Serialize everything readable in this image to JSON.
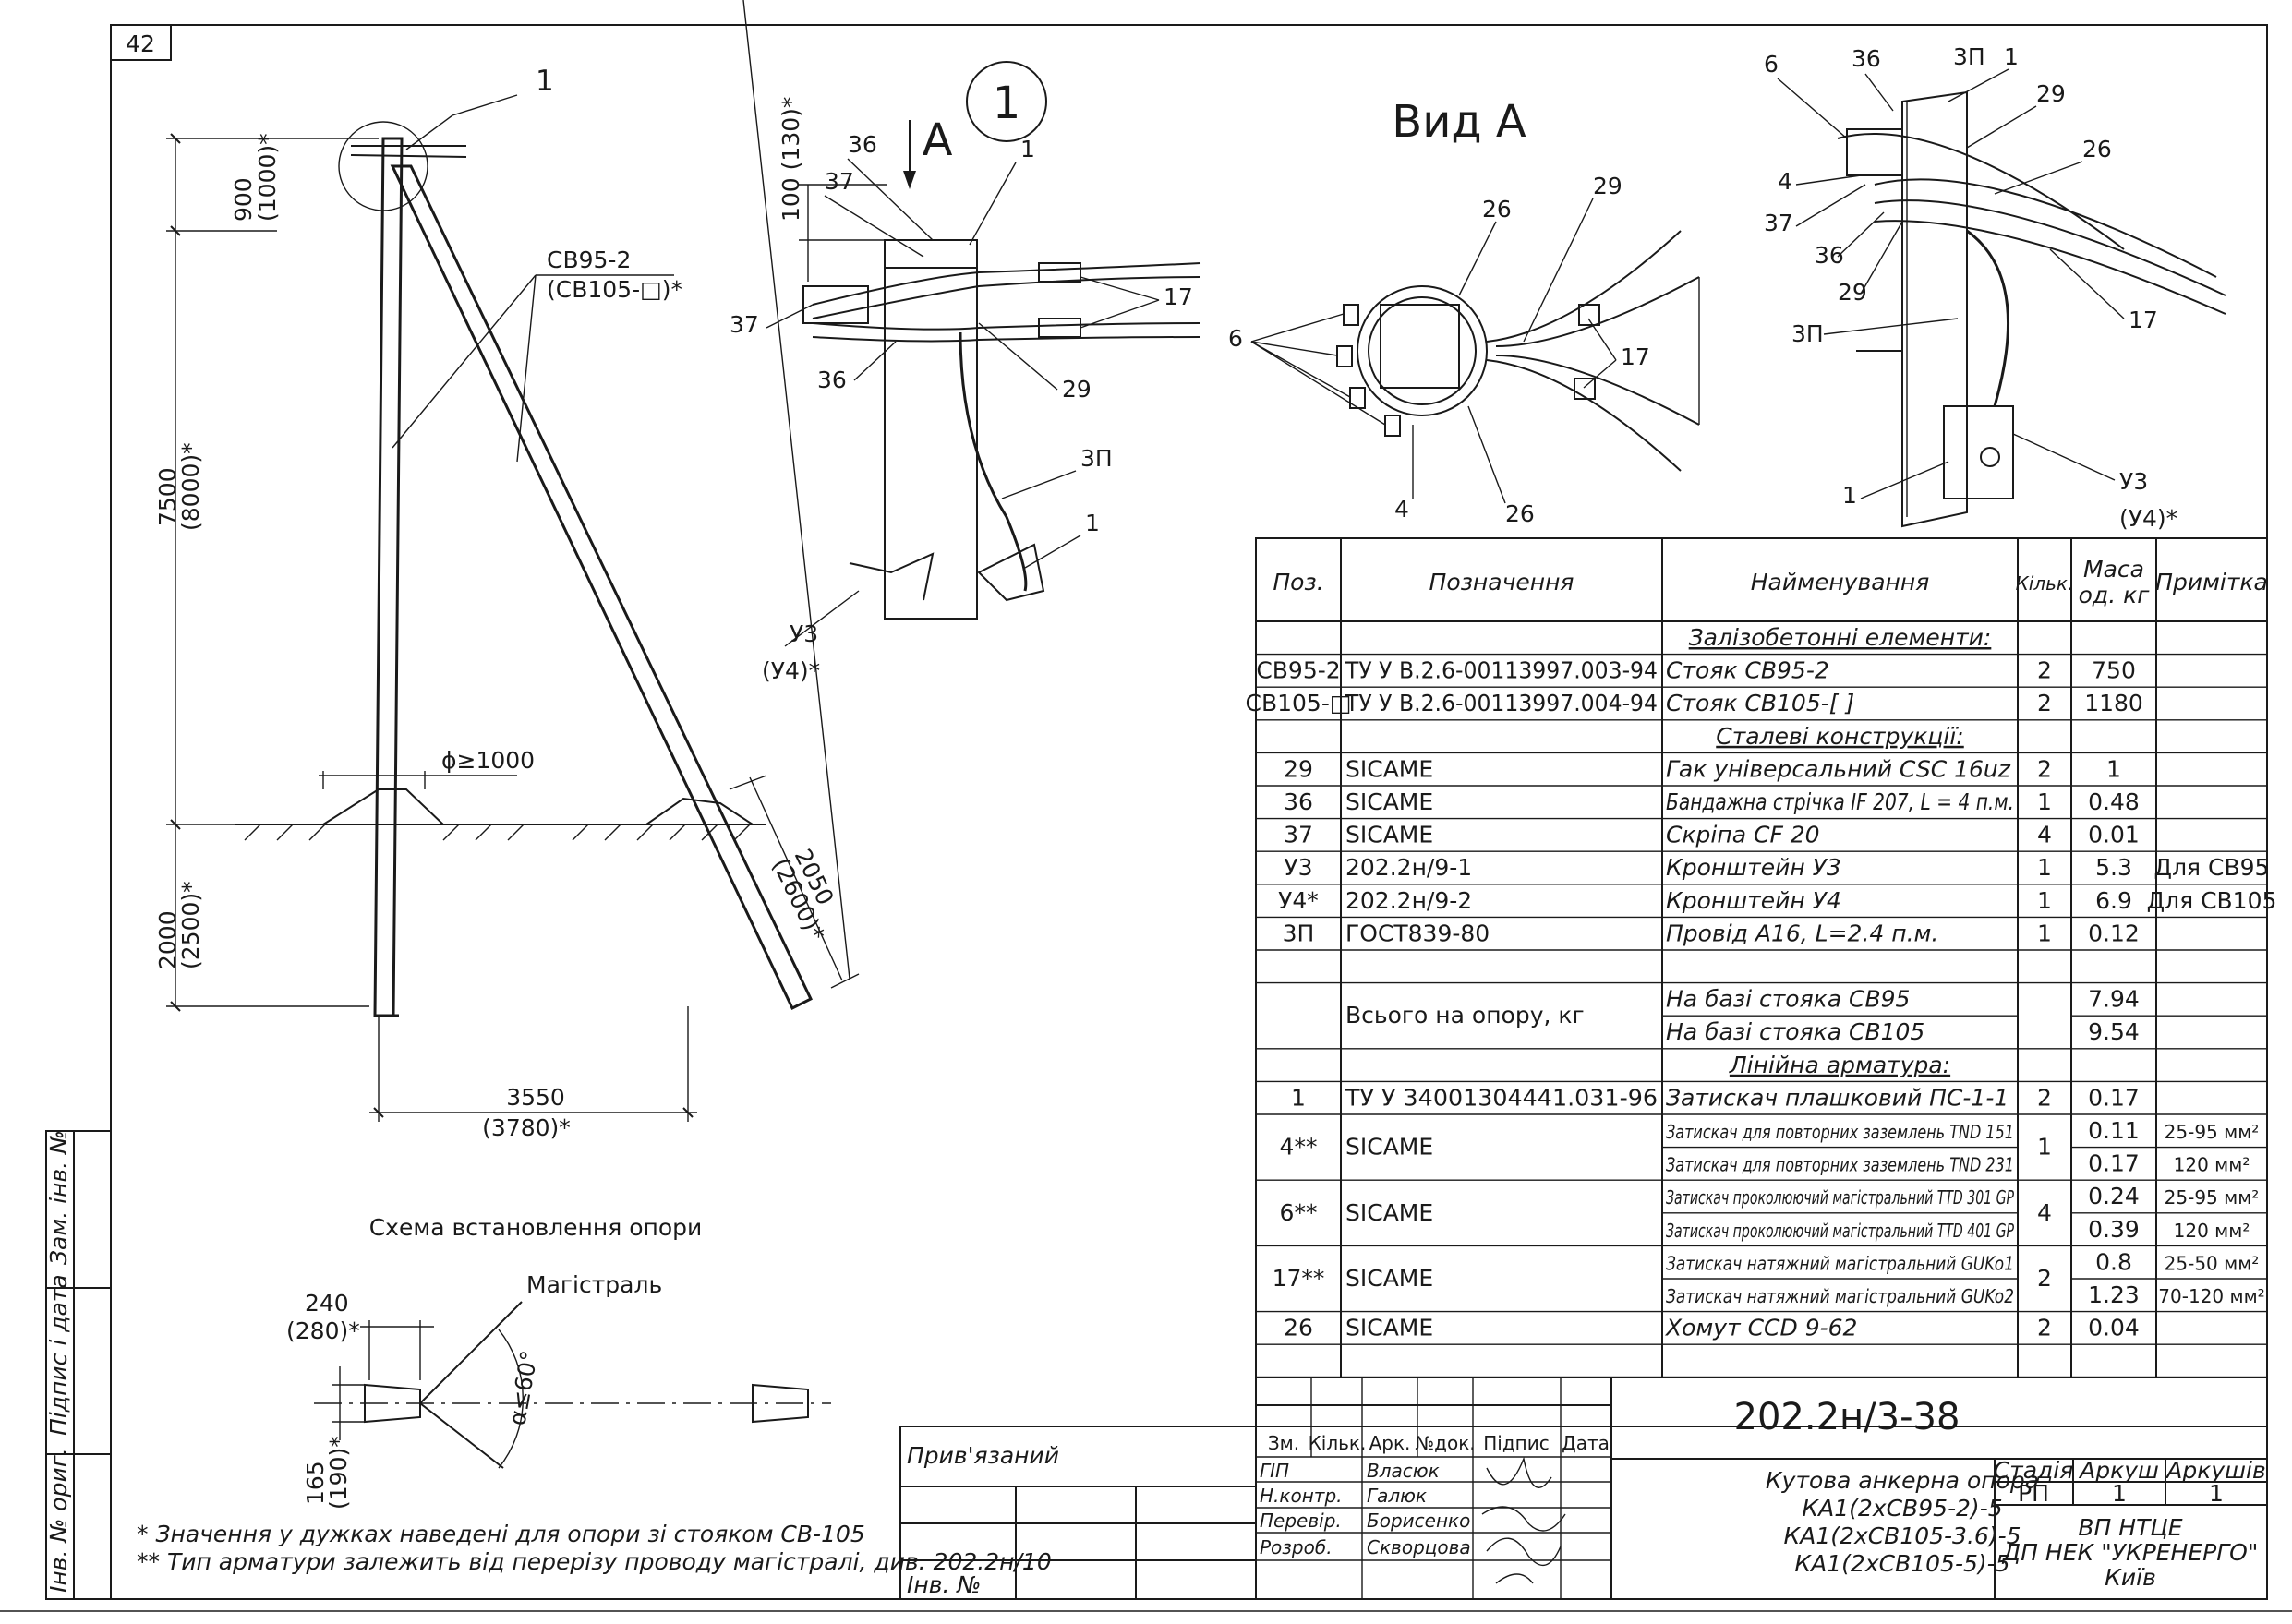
{
  "sheet_number": "42",
  "views": {
    "detail_callout": "1",
    "view_arrow": "A",
    "view_a_title": "Вид А"
  },
  "elevation": {
    "callout": "1",
    "dim_top": "900",
    "dim_top_alt": "(1000)*",
    "dim_height": "7500",
    "dim_height_alt": "(8000)*",
    "dim_ground": "2000",
    "dim_ground_alt": "(2500)*",
    "dim_strut": "2050",
    "dim_strut_alt": "(2600)*",
    "dim_base": "3550",
    "dim_base_alt": "(3780)*",
    "diameter": "ϕ≥1000",
    "pole_label": "СВ95-2",
    "pole_label_alt": "(СВ105-□)*"
  },
  "detail1": {
    "dim_top": "100 (130)*",
    "labels": [
      "36",
      "37",
      "1",
      "37",
      "17",
      "36",
      "29",
      "3П",
      "1",
      "У3",
      "(У4)*"
    ]
  },
  "view_a": {
    "labels": [
      "26",
      "29",
      "6",
      "17",
      "4",
      "26"
    ]
  },
  "isometric": {
    "labels": [
      "6",
      "36",
      "3П",
      "1",
      "29",
      "26",
      "4",
      "37",
      "36",
      "29",
      "3П",
      "17",
      "1",
      "У3",
      "(У4)*"
    ]
  },
  "plan": {
    "title": "Схема встановлення опори",
    "magistral": "Магістраль",
    "dim_w": "240",
    "dim_w_alt": "(280)*",
    "dim_h": "165",
    "dim_h_alt": "(190)*",
    "angle": "α≤60°"
  },
  "notes": [
    "* Значення у дужках наведені для опори зі стояком СВ-105",
    "** Тип арматури залежить від перерізу проводу магістралі, див. 202.2н/10"
  ],
  "spec_table": {
    "headers": [
      "Поз.",
      "Позначення",
      "Найменування",
      "Кільк.",
      "Маса од. кг",
      "Примітка"
    ],
    "rows": [
      {
        "section": "Залізобетонні елементи:"
      },
      {
        "pos": "СВ95-2",
        "code": "ТУ У В.2.6-00113997.003-94",
        "name": "Стояк СВ95-2",
        "qty": "2",
        "mass": "750",
        "note": ""
      },
      {
        "pos": "СВ105-□",
        "code": "ТУ У В.2.6-00113997.004-94",
        "name": "Стояк СВ105-[    ]",
        "qty": "2",
        "mass": "1180",
        "note": ""
      },
      {
        "section": "Сталеві конструкції:"
      },
      {
        "pos": "29",
        "code": "SICAME",
        "name": "Гак універсальний CSC 16uz",
        "qty": "2",
        "mass": "1",
        "note": ""
      },
      {
        "pos": "36",
        "code": "SICAME",
        "name": "Бандажна стрічка IF 207, L = 4 п.м.",
        "qty": "1",
        "mass": "0.48",
        "note": ""
      },
      {
        "pos": "37",
        "code": "SICAME",
        "name": "Скріпа CF 20",
        "qty": "4",
        "mass": "0.01",
        "note": ""
      },
      {
        "pos": "У3",
        "code": "202.2н/9-1",
        "name": "Кронштейн У3",
        "qty": "1",
        "mass": "5.3",
        "note": "Для СВ95"
      },
      {
        "pos": "У4*",
        "code": "202.2н/9-2",
        "name": "Кронштейн У4",
        "qty": "1",
        "mass": "6.9",
        "note": "Для СВ105"
      },
      {
        "pos": "3П",
        "code": "ГОСТ839-80",
        "name": "Провід А16, L=2.4 п.м.",
        "qty": "1",
        "mass": "0.12",
        "note": ""
      },
      {
        "blank": true
      },
      {
        "total_label": "Всього на опору, кг",
        "name": "На базі стояка СВ95",
        "mass": "7.94"
      },
      {
        "total_cont": true,
        "name": "На базі стояка СВ105",
        "mass": "9.54"
      },
      {
        "section": "Лінійна арматура:"
      },
      {
        "pos": "1",
        "code": "ТУ У 34001304441.031-96",
        "name": "Затискач плашковий ПС-1-1",
        "qty": "2",
        "mass": "0.17",
        "note": ""
      },
      {
        "pos": "4**",
        "code": "SICAME",
        "name": "Затискач для повторних заземлень TND 151",
        "qty": "1",
        "mass": "0.11",
        "note": "25-95 мм²",
        "small": true
      },
      {
        "cont": true,
        "name": "Затискач для повторних заземлень TND 231",
        "mass": "0.17",
        "note": "120 мм²",
        "small": true
      },
      {
        "pos": "6**",
        "code": "SICAME",
        "name": "Затискач проколюючий магістральний TTD 301 GP",
        "qty": "4",
        "mass": "0.24",
        "note": "25-95 мм²",
        "small": true
      },
      {
        "cont": true,
        "name": "Затискач проколюючий магістральний TTD 401 GP",
        "mass": "0.39",
        "note": "120 мм²",
        "small": true
      },
      {
        "pos": "17**",
        "code": "SICAME",
        "name": "Затискач натяжний магістральний GUKo1",
        "qty": "2",
        "mass": "0.8",
        "note": "25-50 мм²",
        "small": true
      },
      {
        "cont": true,
        "name": "Затискач натяжний магістральний GUKo2",
        "mass": "1.23",
        "note": "70-120 мм²",
        "small": true
      },
      {
        "pos": "26",
        "code": "SICAME",
        "name": "Хомут CCD 9-62",
        "qty": "2",
        "mass": "0.04",
        "note": ""
      },
      {
        "blank": true
      }
    ]
  },
  "title_block": {
    "doc_code": "202.2н/3-38",
    "attached": "Прив'язаний",
    "inv_label": "Інв. №",
    "cols": [
      "Зм.",
      "Кільк.",
      "Арк.",
      "№док.",
      "Підпис",
      "Дата"
    ],
    "roles": [
      {
        "role": "ГІП",
        "name": "Власюк"
      },
      {
        "role": "Н.контр.",
        "name": "Галюк"
      },
      {
        "role": "Перевір.",
        "name": "Борисенко"
      },
      {
        "role": "Розроб.",
        "name": "Скворцова"
      }
    ],
    "title_lines": [
      "Кутова анкерна опора",
      "КА1(2хСВ95-2)-5",
      "КА1(2хСВ105-3.6)-5",
      "КА1(2хСВ105-5)-5"
    ],
    "stage_label": "Стадія",
    "sheet_label": "Аркуш",
    "sheets_label": "Аркушів",
    "stage": "РП",
    "sheet": "1",
    "sheets": "1",
    "org_lines": [
      "ВП НТЦЕ",
      "ДП НЕК \"УКРЕНЕРГО\"",
      "Київ"
    ]
  },
  "side_stamp": [
    "Зам. інв. №",
    "Підпис і дата",
    "Інв. № ориг."
  ]
}
